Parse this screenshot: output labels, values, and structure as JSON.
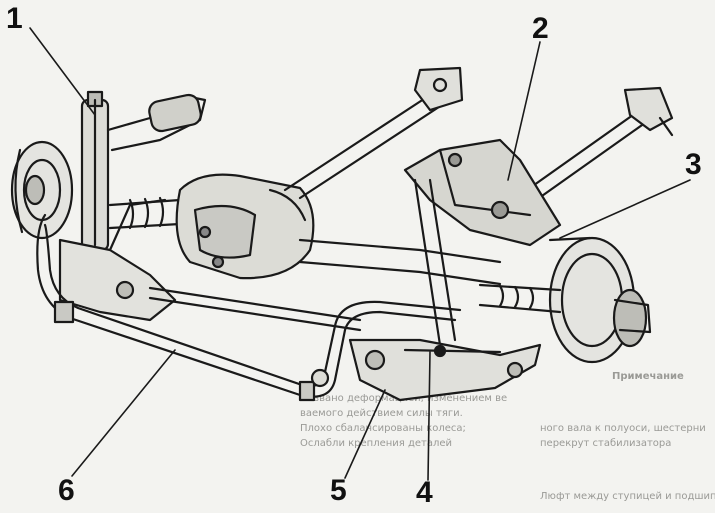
{
  "callouts": [
    {
      "id": "1",
      "label": "1"
    },
    {
      "id": "2",
      "label": "2"
    },
    {
      "id": "3",
      "label": "3"
    },
    {
      "id": "4",
      "label": "4"
    },
    {
      "id": "5",
      "label": "5"
    },
    {
      "id": "6",
      "label": "6"
    }
  ],
  "bleed_text": {
    "line_1": "вызвано деформацией, изменением ве",
    "line_2": "ваемого действием силы тяги.",
    "line_3": "Плохо сбалансированы колеса;",
    "line_4": "Ослабли крепления деталей",
    "line_5": "ного вала к полуоси, шестерни",
    "line_6": "перекрут стабилизатора",
    "line_7": "Люфт между ступицей и подшипником",
    "right_heading": "Примечание"
  },
  "colors": {
    "ink": "#1a1a1a",
    "paper": "#f3f3f0",
    "shade": "#c9c9c4"
  }
}
